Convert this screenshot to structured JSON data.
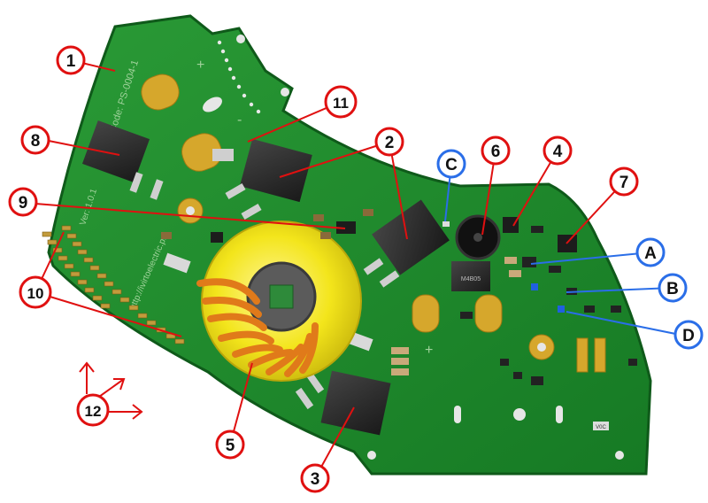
{
  "colors": {
    "background": "#ffffff",
    "pcb": "#1f8a2c",
    "pcb_edge": "#0f5a1a",
    "pad_gold": "#d6a72c",
    "toroid": "#f3e51b",
    "copper_wire": "#e07a1a",
    "component_dark": "#2b2b2b",
    "tab_silver": "#c7c7c7",
    "red_callout": "#e01010",
    "blue_callout": "#2a6ee8",
    "axis_red": "#e01010"
  },
  "silkscreen": {
    "code": "Code: PS-0004-1",
    "version": "Ver: 1.0.1",
    "url": "http://ivirtoelectric.pro",
    "plus_sign": "+",
    "minus_sign": "-",
    "chip_marking": "M4B05",
    "small_part": "V0C"
  },
  "callouts": [
    {
      "id": "c1",
      "label": "1",
      "kind": "red"
    },
    {
      "id": "c2",
      "label": "2",
      "kind": "red"
    },
    {
      "id": "c3",
      "label": "3",
      "kind": "red"
    },
    {
      "id": "c4",
      "label": "4",
      "kind": "red"
    },
    {
      "id": "c5",
      "label": "5",
      "kind": "red"
    },
    {
      "id": "c6",
      "label": "6",
      "kind": "red"
    },
    {
      "id": "c7",
      "label": "7",
      "kind": "red"
    },
    {
      "id": "c8",
      "label": "8",
      "kind": "red"
    },
    {
      "id": "c9",
      "label": "9",
      "kind": "red"
    },
    {
      "id": "c10",
      "label": "10",
      "kind": "red"
    },
    {
      "id": "c11",
      "label": "11",
      "kind": "red"
    },
    {
      "id": "c12",
      "label": "12",
      "kind": "red"
    },
    {
      "id": "cA",
      "label": "A",
      "kind": "blue"
    },
    {
      "id": "cB",
      "label": "B",
      "kind": "blue"
    },
    {
      "id": "cC",
      "label": "C",
      "kind": "blue"
    },
    {
      "id": "cD",
      "label": "D",
      "kind": "blue"
    }
  ]
}
